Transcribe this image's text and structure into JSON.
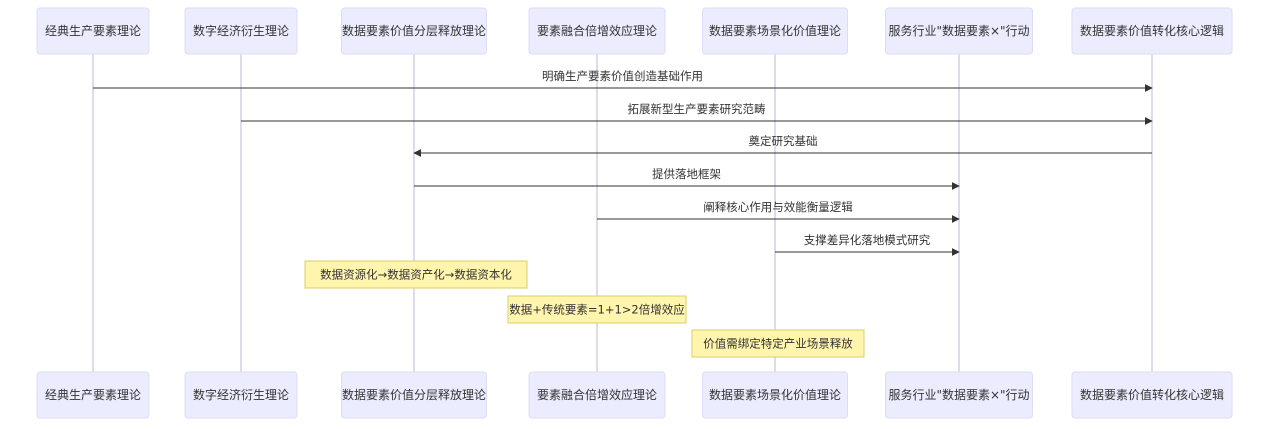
{
  "actors": [
    "经典生产要素理论",
    "数字经济衍生理论",
    "数据要素价值分层释放理论",
    "要素融合倍增效应理论",
    "数据要素场景化价值理论",
    "服务行业\"数据要素×\"行动",
    "数据要素价值转化核心逻辑"
  ],
  "messages": [
    {
      "from": 0,
      "to": 6,
      "text": "明确生产要素价值创造基础作用"
    },
    {
      "from": 1,
      "to": 6,
      "text": "拓展新型生产要素研究范畴"
    },
    {
      "from": 6,
      "to": 2,
      "text": "奠定研究基础"
    },
    {
      "from": 2,
      "to": 5,
      "text": "提供落地框架"
    },
    {
      "from": 3,
      "to": 5,
      "text": "阐释核心作用与效能衡量逻辑"
    },
    {
      "from": 4,
      "to": 5,
      "text": "支撑差异化落地模式研究"
    }
  ],
  "notes": [
    {
      "over": 2,
      "text": "数据资源化→数据资产化→数据资本化"
    },
    {
      "over": 3,
      "text": "数据+传统要素=1+1>2倍增效应"
    },
    {
      "over": 4,
      "text": "价值需绑定特定产业场景释放"
    }
  ]
}
